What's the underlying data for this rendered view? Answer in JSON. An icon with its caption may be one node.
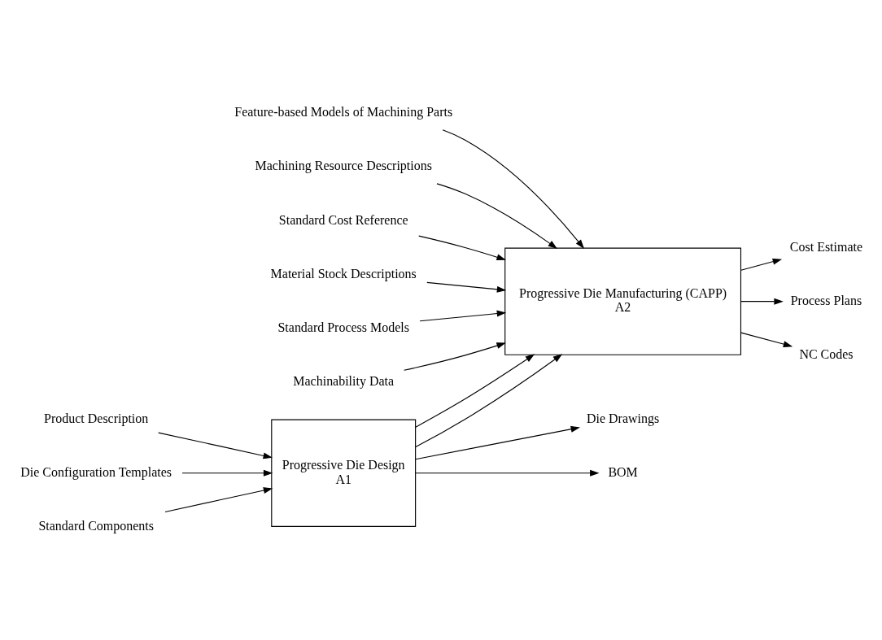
{
  "diagram": {
    "nodes": [
      {
        "text": [
          "Progressive Die Design",
          "A1"
        ]
      },
      {
        "text": [
          "Progressive Die Manufacturing (CAPP)",
          "A2"
        ]
      },
      {
        "text": [
          "Product Description"
        ]
      },
      {
        "text": [
          "Die Drawings"
        ]
      },
      {
        "text": [
          "BOM"
        ]
      },
      {
        "text": [
          "Die Configuration Templates"
        ]
      },
      {
        "text": [
          "Standard Components"
        ]
      },
      {
        "text": [
          "Feature-based Models of Machining Parts"
        ]
      },
      {
        "text": [
          "Cost Estimate"
        ]
      },
      {
        "text": [
          "Process Plans"
        ]
      },
      {
        "text": [
          "NC Codes"
        ]
      },
      {
        "text": [
          "Machining Resource Descriptions"
        ]
      },
      {
        "text": [
          "Standard Cost Reference"
        ]
      },
      {
        "text": [
          "Material Stock Descriptions"
        ]
      },
      {
        "text": [
          "Standard Process Models"
        ]
      },
      {
        "text": [
          "Machinability Data"
        ]
      }
    ],
    "edges": [
      {
        "from": 2,
        "to": 0,
        "arrow": "to"
      },
      {
        "from": 0,
        "to": 3,
        "arrow": "to"
      },
      {
        "from": 0,
        "to": 4,
        "arrow": "to"
      },
      {
        "from": 5,
        "to": 0,
        "arrow": "to"
      },
      {
        "from": 6,
        "to": 0,
        "arrow": "to"
      },
      {
        "from": 0,
        "to": 1,
        "arrow": "to"
      },
      {
        "from": 0,
        "to": 1,
        "arrow": "to"
      },
      {
        "from": 7,
        "to": 1,
        "arrow": "to"
      },
      {
        "from": 1,
        "to": 8,
        "arrow": "to"
      },
      {
        "from": 1,
        "to": 9,
        "arrow": "to"
      },
      {
        "from": 1,
        "to": 10,
        "arrow": "to"
      },
      {
        "from": 11,
        "to": 1,
        "arrow": "to"
      },
      {
        "from": 12,
        "to": 1,
        "arrow": "to"
      },
      {
        "from": 13,
        "to": 1,
        "arrow": "to"
      },
      {
        "from": 14,
        "to": 1,
        "arrow": "to"
      },
      {
        "from": 15,
        "to": 1,
        "arrow": "to"
      }
    ]
  }
}
